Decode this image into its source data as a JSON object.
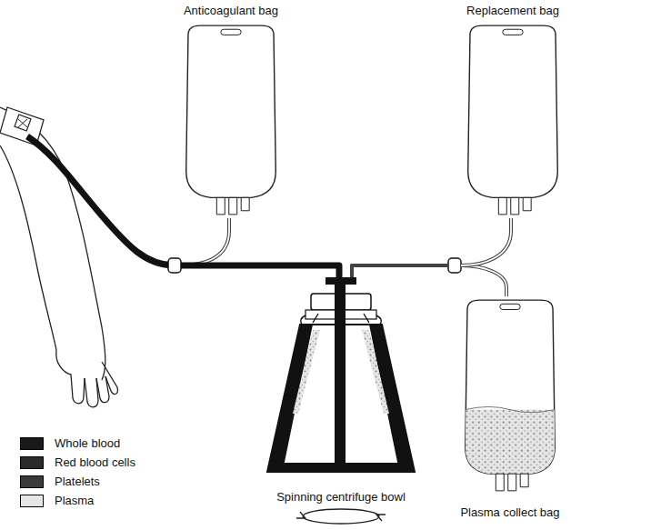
{
  "diagram": {
    "nodes": [
      {
        "text": [
          "Anticoagulant bag"
        ]
      },
      {
        "text": [
          "Replacement bag"
        ]
      },
      {
        "text": [
          "Spinning centrifuge bowl"
        ]
      },
      {
        "text": [
          "Plasma collect bag"
        ]
      }
    ],
    "edges": [
      {
        "from": 0,
        "to": 2,
        "arrow": "none"
      },
      {
        "from": 2,
        "to": 3,
        "arrow": "none"
      },
      {
        "from": 1,
        "to": 2,
        "arrow": "none"
      }
    ],
    "legend": [
      {
        "text": "Whole blood",
        "color": "#1a1a1a"
      },
      {
        "text": "Red blood cells",
        "color": "#2b2b2b"
      },
      {
        "text": "Platelets",
        "color": "#3a3a3a"
      },
      {
        "text": "Plasma",
        "color": "#e6e6e6"
      }
    ]
  }
}
